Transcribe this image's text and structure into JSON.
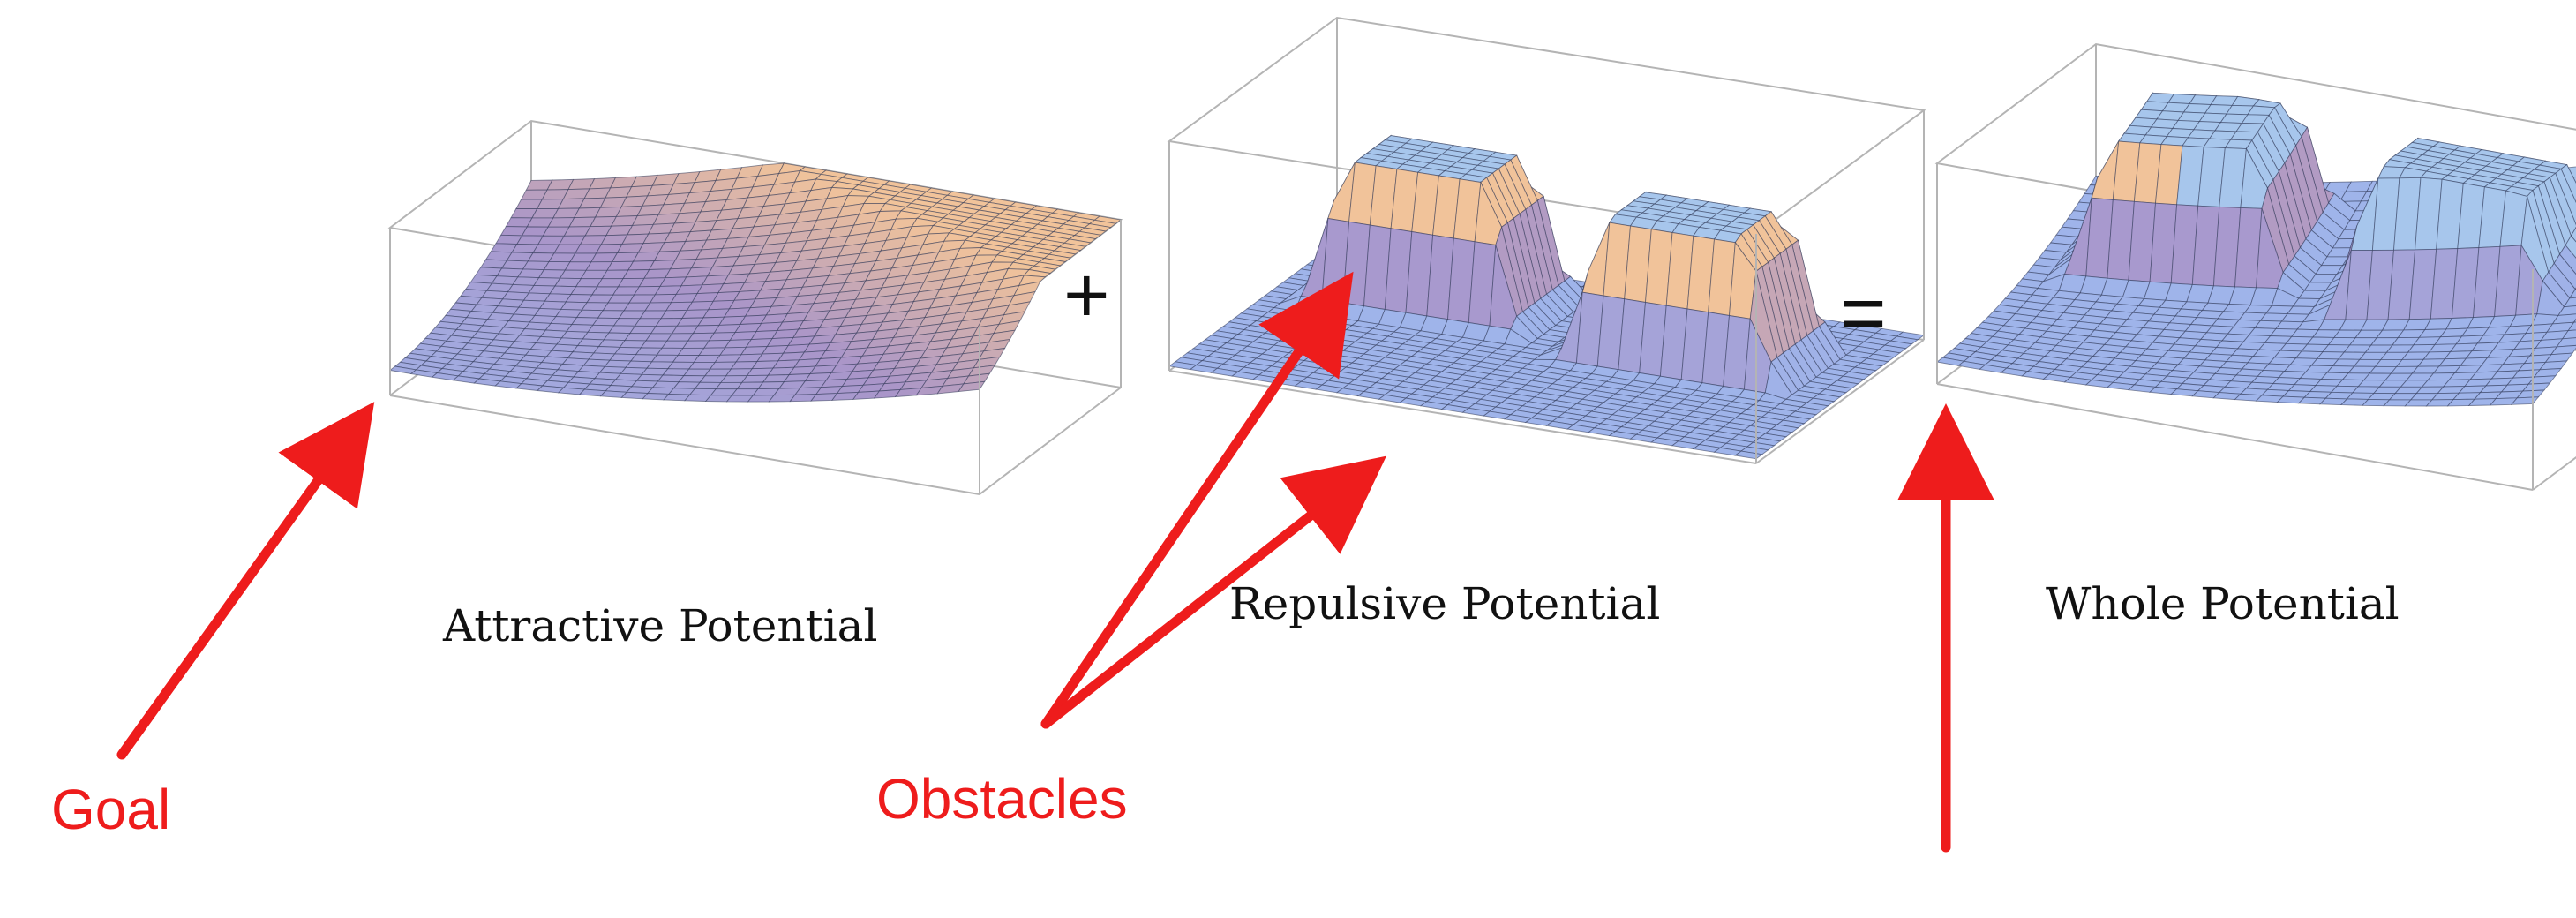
{
  "panels": {
    "attractive": {
      "caption": "Attractive Potential"
    },
    "repulsive": {
      "caption": "Repulsive Potential"
    },
    "whole": {
      "caption": "Whole Potential"
    }
  },
  "operators": {
    "plus": "+",
    "equals": "="
  },
  "annotations": {
    "goal": "Goal",
    "obstacles": "Obstacles"
  },
  "colors": {
    "annotation": "#ee1c1c",
    "surface_low": "#9fb4ea",
    "surface_mid": "#a995c9",
    "surface_high": "#f1c39a",
    "plateau_top": "#a7c6ec",
    "mesh": "#2b3454",
    "box": "#b4b4b4"
  }
}
